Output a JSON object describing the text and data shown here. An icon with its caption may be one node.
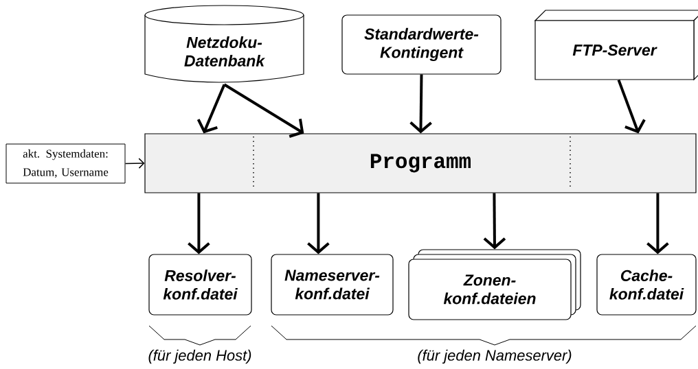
{
  "diagram": {
    "nodes": [
      {
        "text": [
          "Netzdoku-Datenbank"
        ]
      },
      {
        "text": [
          "Standardwerte-Kontingent"
        ]
      },
      {
        "text": [
          "FTP-Server"
        ]
      },
      {
        "text": [
          "akt. Systemdaten: Datum, Username"
        ]
      },
      {
        "text": [
          "Programm"
        ]
      },
      {
        "text": [
          "Resolver-konf.datei"
        ]
      },
      {
        "text": [
          "Nameserver-konf.datei"
        ]
      },
      {
        "text": [
          "Zonen-konf.dateien"
        ]
      },
      {
        "text": [
          "Cache-konf.datei"
        ]
      }
    ],
    "edges": [
      {
        "from": 0,
        "to": 4,
        "arrow": "to"
      },
      {
        "from": 0,
        "to": 4,
        "arrow": "to"
      },
      {
        "from": 1,
        "to": 4,
        "arrow": "to"
      },
      {
        "from": 2,
        "to": 4,
        "arrow": "to"
      },
      {
        "from": 3,
        "to": 4,
        "arrow": "to"
      },
      {
        "from": 4,
        "to": 5,
        "arrow": "to"
      },
      {
        "from": 4,
        "to": 6,
        "arrow": "to"
      },
      {
        "from": 4,
        "to": 7,
        "arrow": "to"
      },
      {
        "from": 4,
        "to": 8,
        "arrow": "to"
      }
    ],
    "labels": [
      "(für jeden Host)",
      "(für jeden Nameserver)"
    ]
  }
}
